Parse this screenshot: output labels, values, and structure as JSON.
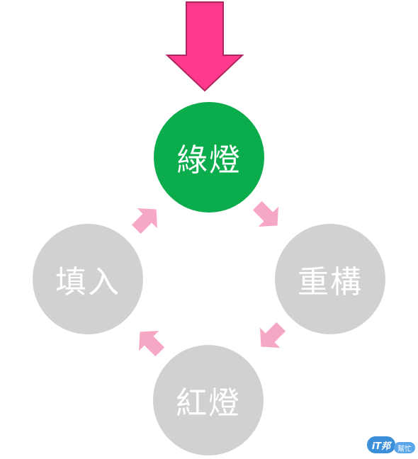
{
  "diagram": {
    "nodes": {
      "green": {
        "label": "綠燈",
        "color": "#0aac4c"
      },
      "refactor": {
        "label": "重構",
        "color": "#d1d1d1"
      },
      "red": {
        "label": "紅燈",
        "color": "#d1d1d1"
      },
      "fill": {
        "label": "填入",
        "color": "#d1d1d1"
      }
    },
    "arrows": {
      "start_color": "#f0388a",
      "cycle_color": "#f7a7c6"
    }
  },
  "watermark": {
    "it": "iT邦",
    "help": "幫忙"
  }
}
